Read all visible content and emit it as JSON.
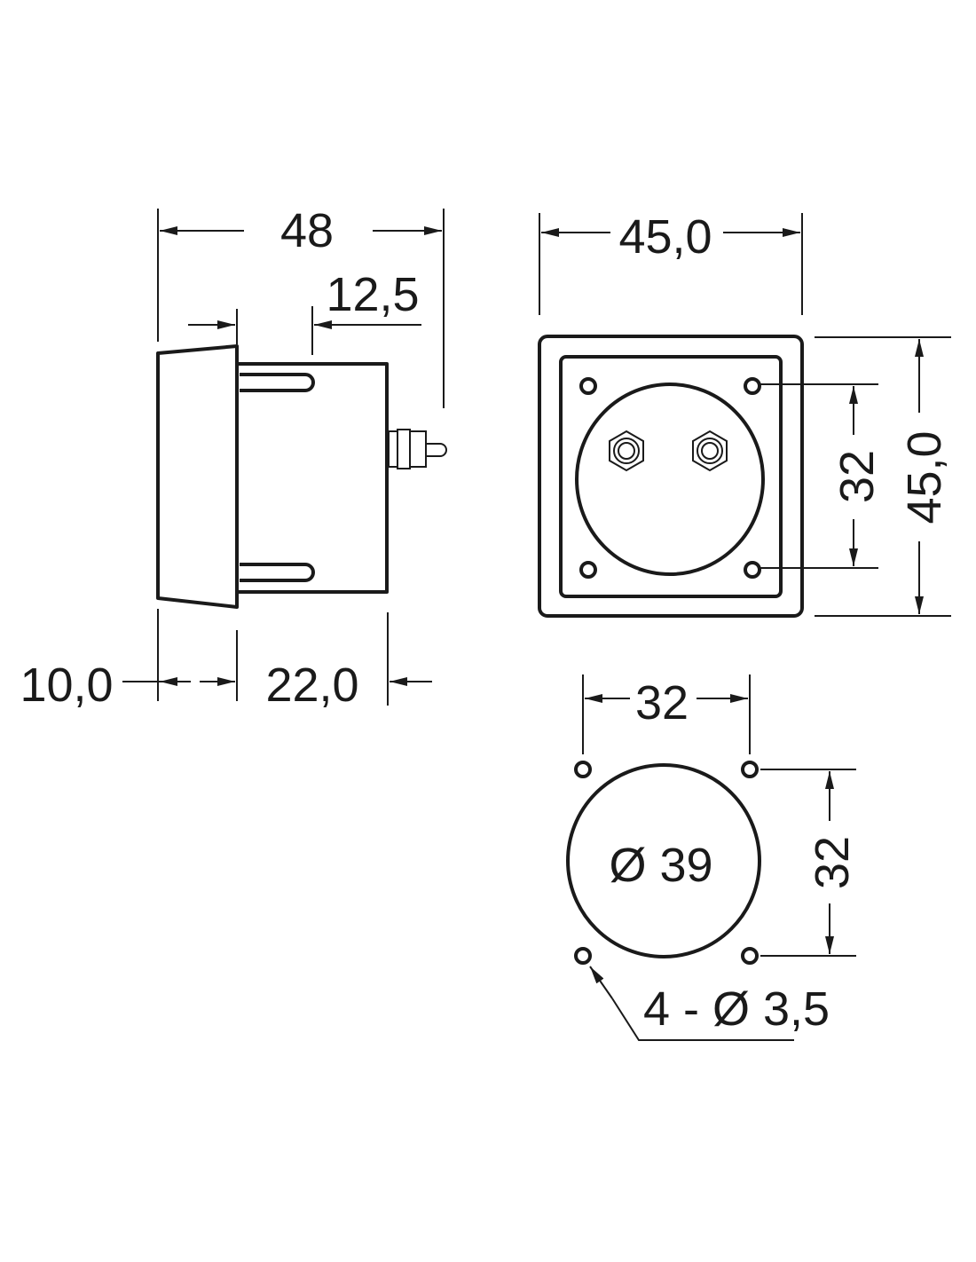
{
  "title": "Panel meter dimension drawing",
  "side_view": {
    "overall_depth": "48",
    "terminal_offset": "12,5",
    "bezel_depth": "10,0",
    "body_depth": "22,0"
  },
  "front_view": {
    "width": "45,0",
    "height": "45,0",
    "hole_spacing": "32"
  },
  "panel_cutout": {
    "hole_spacing_horizontal": "32",
    "hole_spacing_vertical": "32",
    "cutout_diameter": "Ø 39",
    "mounting_holes": "4 - Ø 3,5"
  },
  "colors": {
    "line": "#1a1a1a",
    "background": "#ffffff"
  }
}
